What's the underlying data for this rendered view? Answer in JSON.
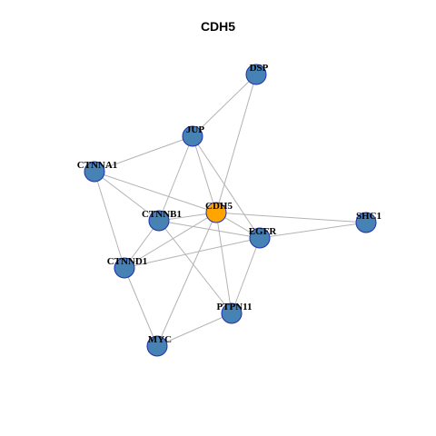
{
  "title": "CDH5",
  "colors": {
    "node_fill": "#4682b4",
    "focus_fill": "#ffa500",
    "node_stroke": "#1f2fb0",
    "edge": "#b3b3b3"
  },
  "network": {
    "focus": "CDH5",
    "nodes": [
      "CDH5",
      "DSP",
      "JUP",
      "CTNNA1",
      "CTNNB1",
      "EGFR",
      "SHC1",
      "CTNND1",
      "PTPN11",
      "MYC"
    ],
    "edges": [
      [
        "DSP",
        "JUP"
      ],
      [
        "DSP",
        "CDH5"
      ],
      [
        "JUP",
        "CTNNA1"
      ],
      [
        "JUP",
        "CTNNB1"
      ],
      [
        "JUP",
        "CDH5"
      ],
      [
        "JUP",
        "EGFR"
      ],
      [
        "CTNNA1",
        "CTNNB1"
      ],
      [
        "CTNNA1",
        "CDH5"
      ],
      [
        "CTNNA1",
        "CTNND1"
      ],
      [
        "CTNNB1",
        "CDH5"
      ],
      [
        "CTNNB1",
        "EGFR"
      ],
      [
        "CTNNB1",
        "CTNND1"
      ],
      [
        "CTNNB1",
        "PTPN11"
      ],
      [
        "CDH5",
        "EGFR"
      ],
      [
        "CDH5",
        "SHC1"
      ],
      [
        "CDH5",
        "CTNND1"
      ],
      [
        "CDH5",
        "PTPN11"
      ],
      [
        "CDH5",
        "MYC"
      ],
      [
        "EGFR",
        "SHC1"
      ],
      [
        "EGFR",
        "CTNND1"
      ],
      [
        "EGFR",
        "PTPN11"
      ],
      [
        "CTNND1",
        "MYC"
      ],
      [
        "PTPN11",
        "MYC"
      ]
    ]
  }
}
